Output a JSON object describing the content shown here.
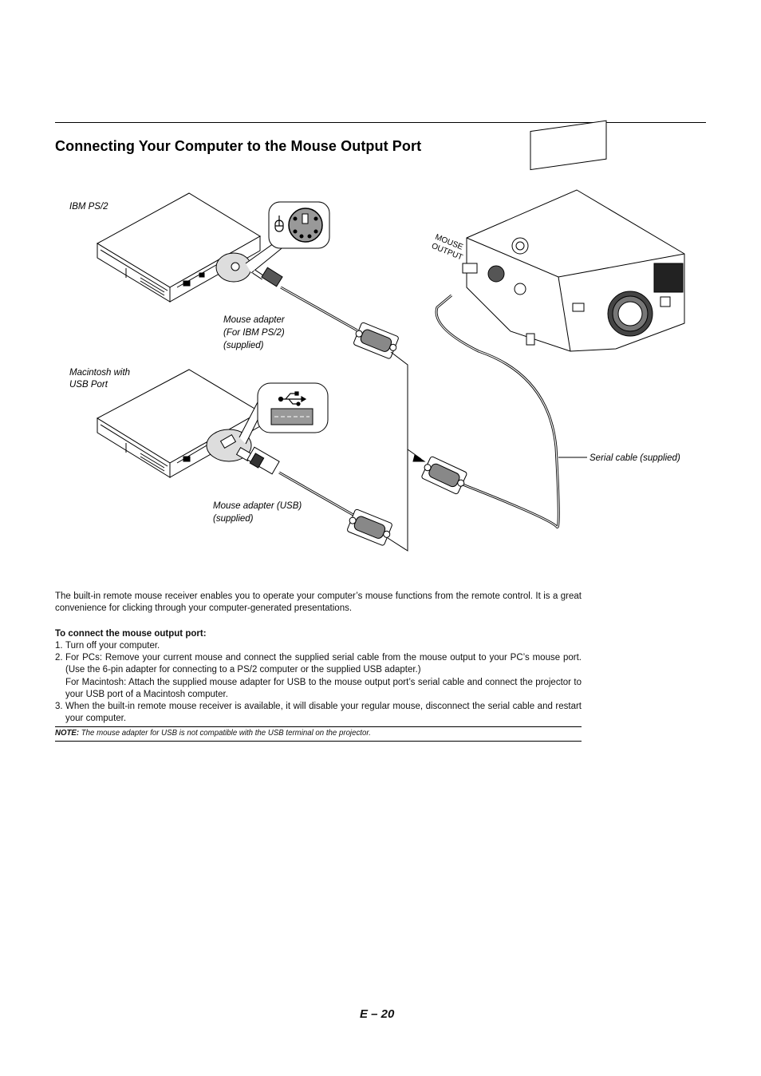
{
  "section": {
    "title": "Connecting Your Computer to the Mouse Output Port"
  },
  "diagram": {
    "labels": {
      "ibm": "IBM PS/2",
      "mac_line1": "Macintosh with",
      "mac_line2": "USB Port",
      "ps2_adapter_line1": "Mouse adapter",
      "ps2_adapter_line2": "(For IBM PS/2)",
      "ps2_adapter_line3": "(supplied)",
      "usb_adapter_line1": "Mouse adapter (USB)",
      "usb_adapter_line2": "(supplied)",
      "serial_cable": "Serial cable (supplied)",
      "mouse_output_line1": "MOUSE",
      "mouse_output_line2": "OUTPUT"
    }
  },
  "intro": "The built-in remote mouse receiver enables you to operate your computer’s mouse functions from the remote control. It is a great convenience for clicking through your computer-generated presentations.",
  "steps": {
    "title": "To connect the mouse output port:",
    "items": [
      {
        "num": "1.",
        "text": "Turn off your computer."
      },
      {
        "num": "2.",
        "text": "For PCs: Remove your current mouse and connect the supplied serial cable from the mouse output to your PC’s mouse port. (Use the 6-pin adapter for connecting to a PS/2 computer or the supplied USB adapter.)",
        "extra": "For Macintosh: Attach the supplied mouse adapter for USB to the mouse output port’s serial cable and connect the projector to your USB port of a Macintosh computer."
      },
      {
        "num": "3.",
        "text": "When the built-in remote mouse receiver is available, it will disable your regular mouse, disconnect the serial cable and restart your computer."
      }
    ]
  },
  "note": {
    "label": "NOTE:",
    "text": " The mouse adapter for USB is not compatible with the USB terminal on the projector."
  },
  "page_number": "E – 20"
}
